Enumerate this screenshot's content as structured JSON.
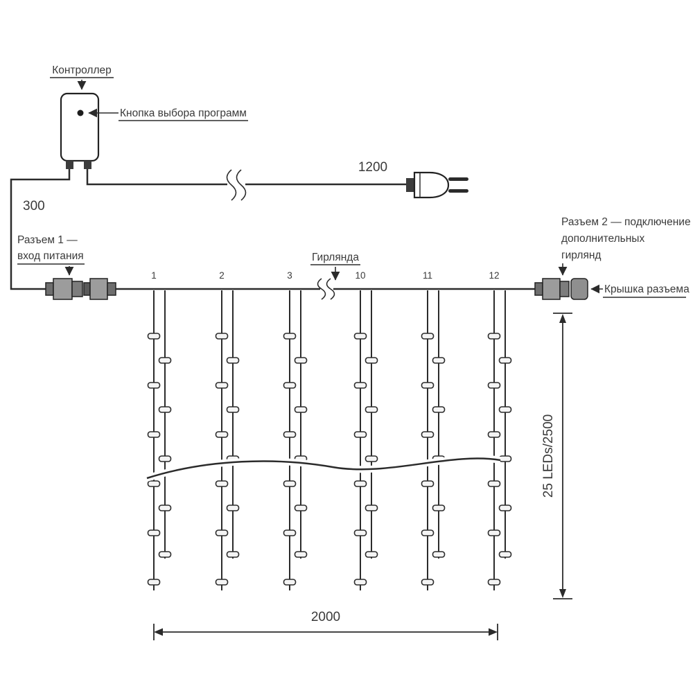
{
  "diagram": {
    "labels": {
      "controller": "Контроллер",
      "program_button": "Кнопка выбора программ",
      "cord_length": "1200",
      "lead_length": "300",
      "connector1_line1": "Разъем 1 —",
      "connector1_line2": "вход питания",
      "garland": "Гирлянда",
      "connector2_line1": "Разъем 2 — подключение",
      "connector2_line2": "дополнительных",
      "connector2_line3": "гирлянд",
      "connector_cover": "Крышка разъема",
      "width_dimension": "2000",
      "height_dimension": "25 LEDs/2500"
    },
    "string_numbers": [
      "1",
      "2",
      "3",
      "10",
      "11",
      "12"
    ],
    "colors": {
      "line": "#2b2b2b",
      "text": "#3a3a3a",
      "background": "#ffffff"
    }
  }
}
